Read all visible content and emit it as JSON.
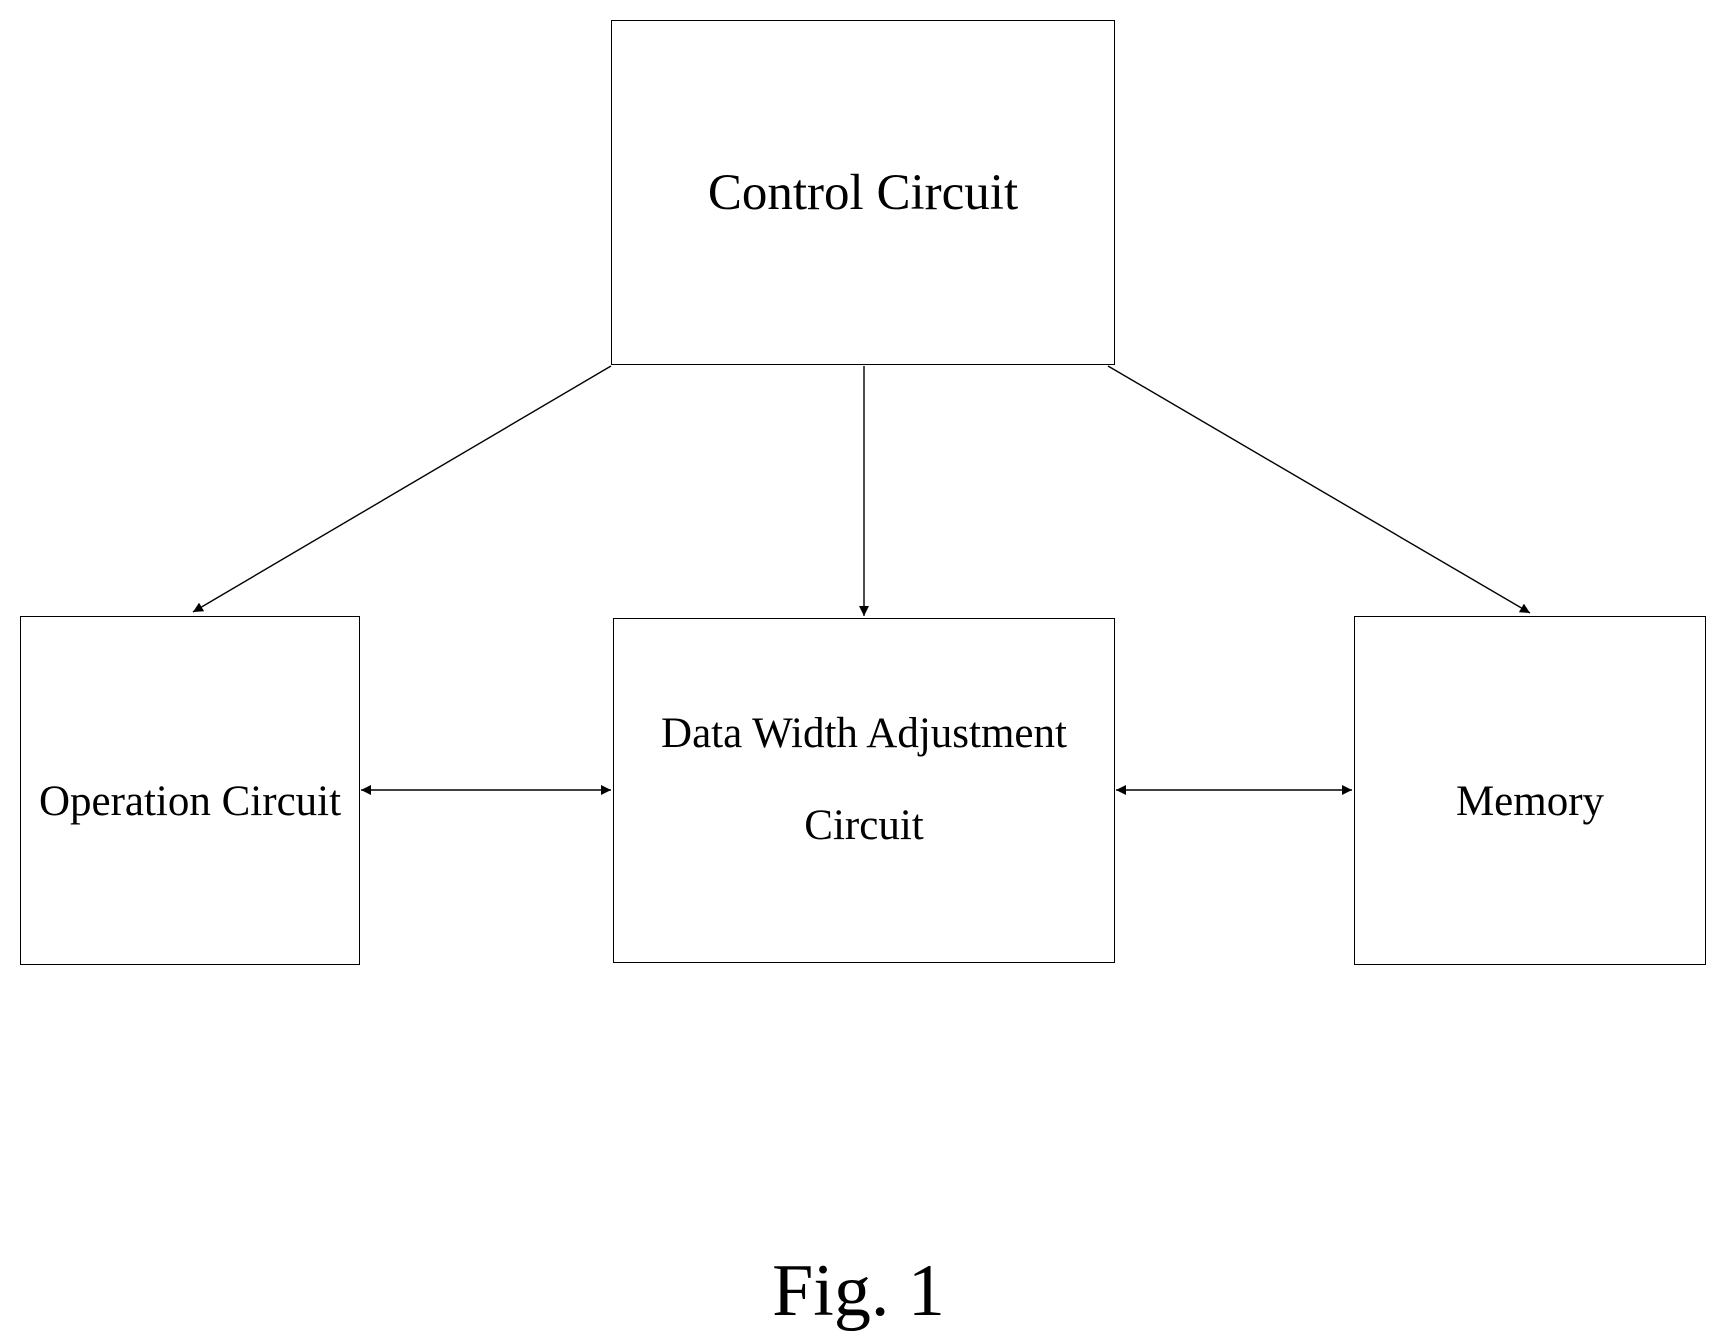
{
  "nodes": {
    "control": {
      "label": "Control Circuit"
    },
    "operation": {
      "label": "Operation Circuit"
    },
    "data_width_adjustment": {
      "label_line1": "Data Width Adjustment",
      "label_line2": "Circuit"
    },
    "memory": {
      "label": "Memory"
    }
  },
  "edges": [
    {
      "from": "control",
      "to": "operation",
      "direction": "one-way"
    },
    {
      "from": "control",
      "to": "data_width_adjustment",
      "direction": "one-way"
    },
    {
      "from": "control",
      "to": "memory",
      "direction": "one-way"
    },
    {
      "from": "operation",
      "to": "data_width_adjustment",
      "direction": "two-way"
    },
    {
      "from": "data_width_adjustment",
      "to": "memory",
      "direction": "two-way"
    }
  ],
  "caption": "Fig. 1",
  "colors": {
    "line": "#000000",
    "background": "#ffffff"
  }
}
